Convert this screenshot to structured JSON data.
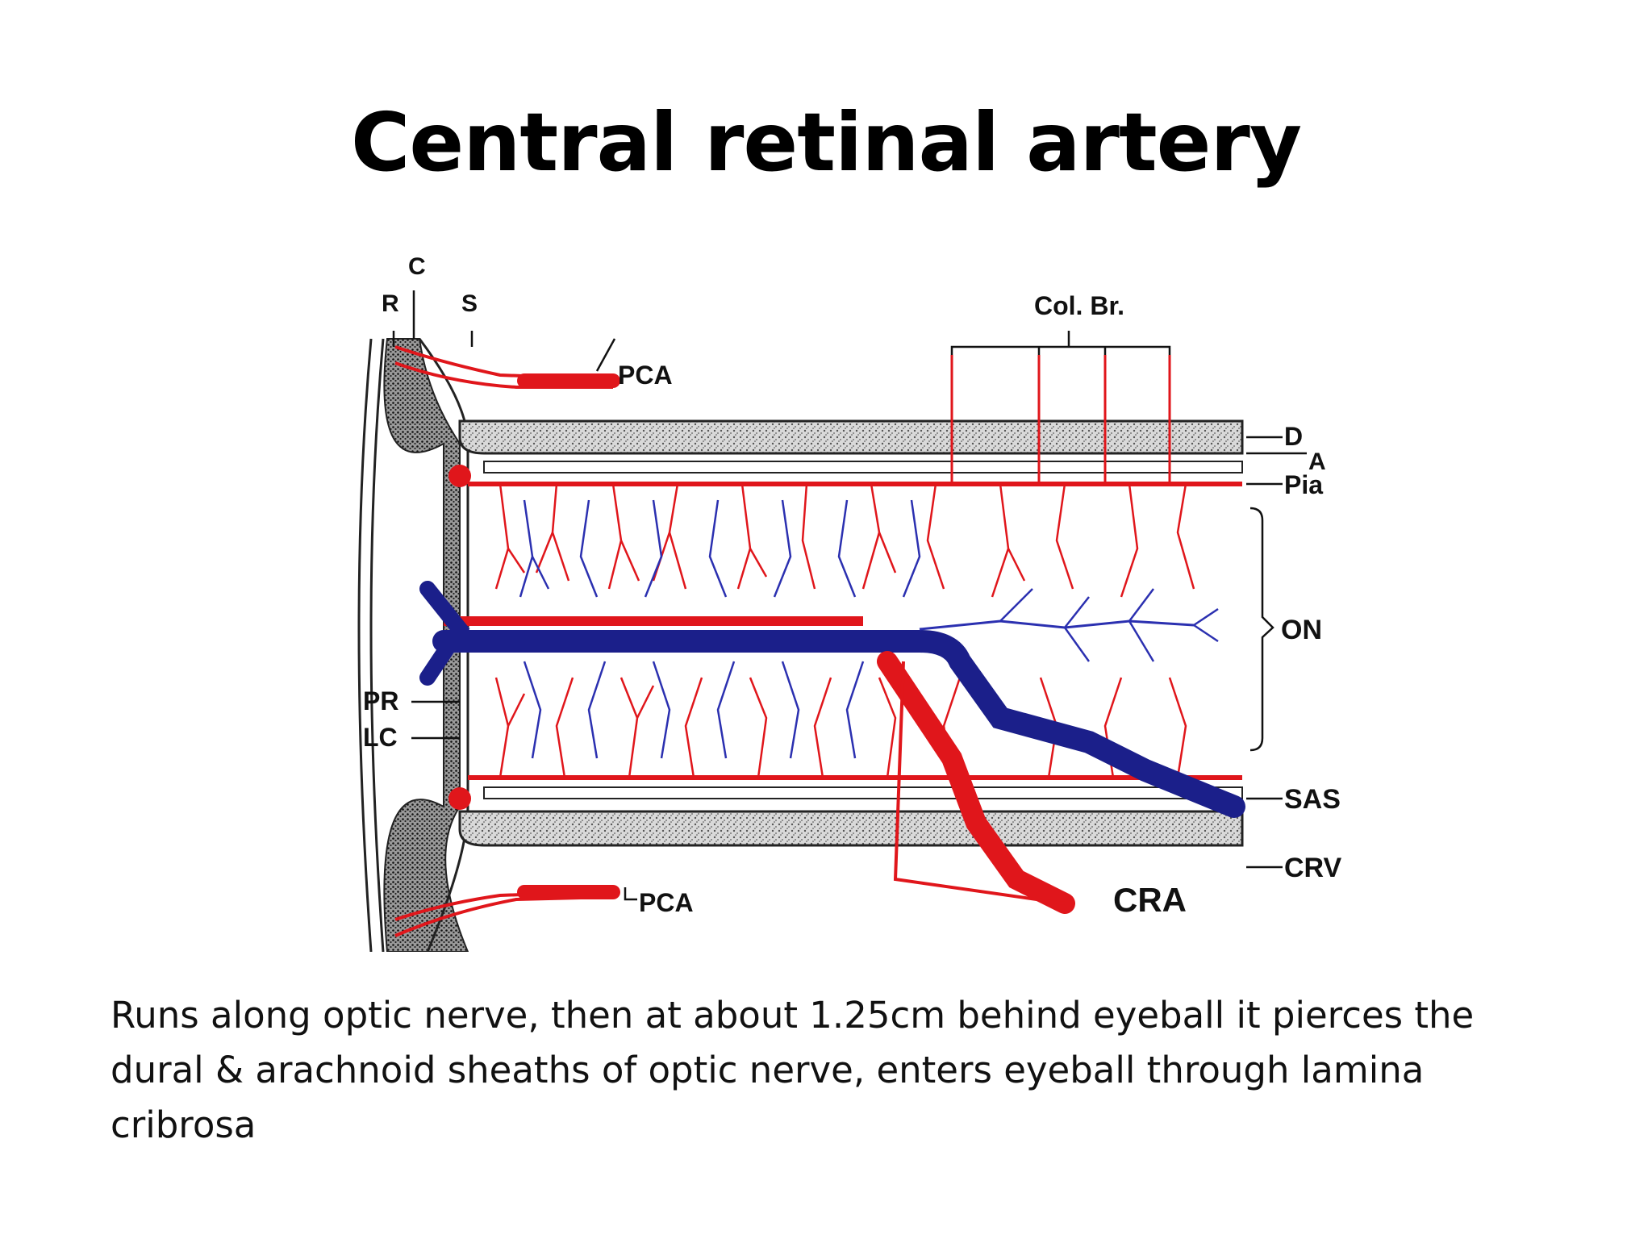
{
  "slide": {
    "title": "Central retinal artery",
    "body": "Runs along optic nerve, then at about 1.25cm behind eyeball it pierces the dural & arachnoid sheaths of optic nerve, enters eyeball through lamina cribrosa"
  },
  "diagram": {
    "labels": {
      "c": "C",
      "r": "R",
      "s": "S",
      "col_br": "Col. Br.",
      "pca_top": "PCA",
      "pca_bottom": "PCA",
      "d": "D",
      "a": "A",
      "pia": "Pia",
      "on": "ON",
      "pr": "PR",
      "lc": "LC",
      "sas": "SAS",
      "crv": "CRV",
      "cra": "CRA"
    },
    "colors": {
      "artery": "#e0161b",
      "vein": "#1b1f8a",
      "sheath": "#c9c9c9",
      "outline": "#222222"
    }
  }
}
